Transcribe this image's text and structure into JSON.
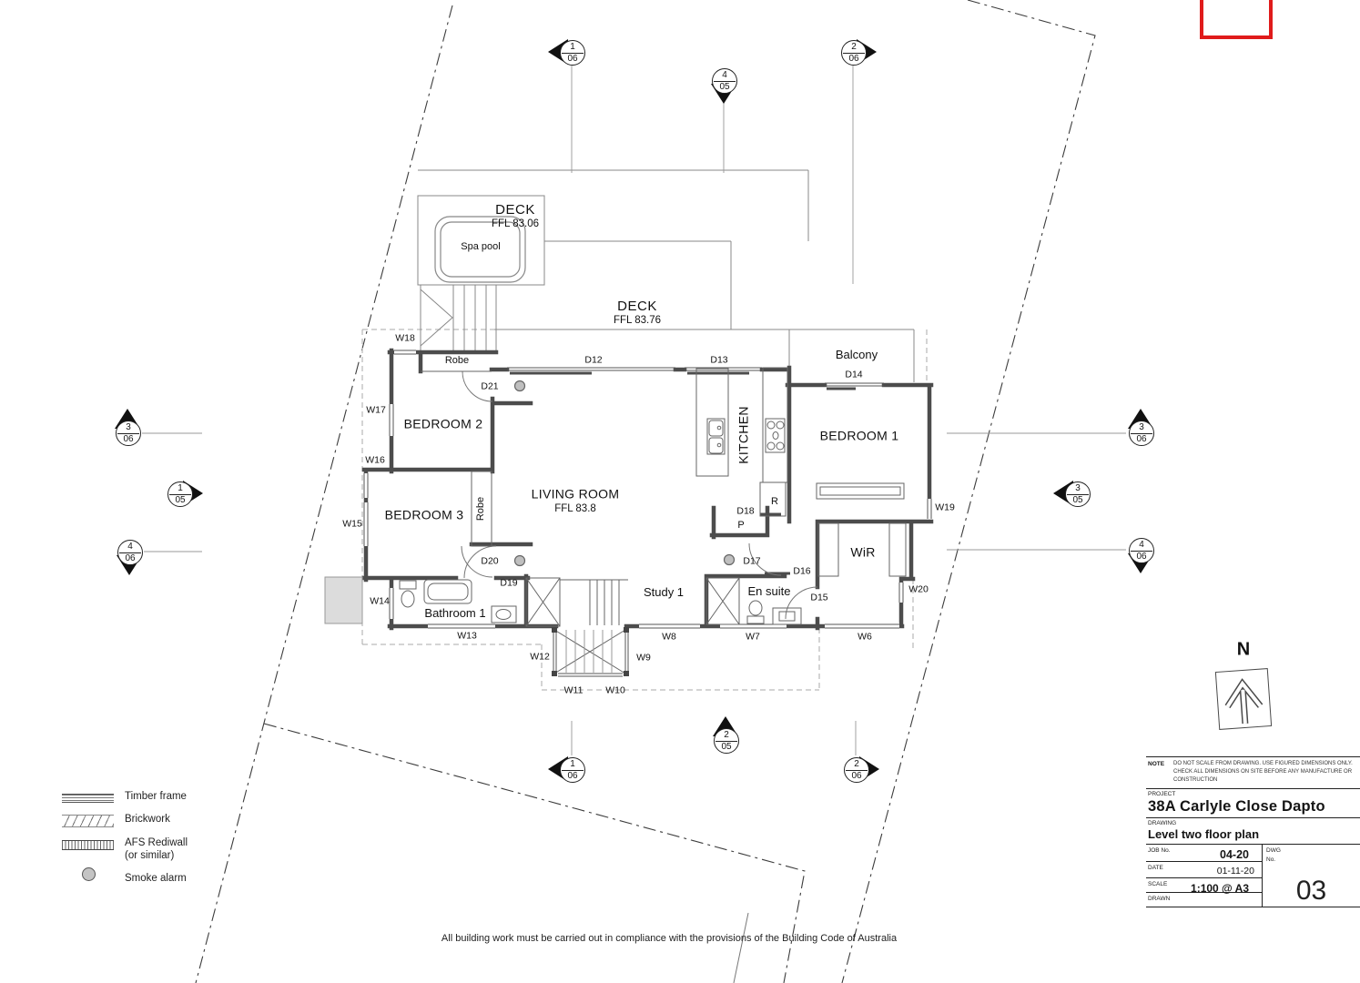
{
  "plan": {
    "rooms": {
      "deck_upper": {
        "name": "DECK",
        "ffl": "FFL 83.06"
      },
      "spa": {
        "name": "Spa pool"
      },
      "deck_main": {
        "name": "DECK",
        "ffl": "FFL 83.76"
      },
      "balcony": {
        "name": "Balcony"
      },
      "bedroom2": {
        "name": "BEDROOM 2"
      },
      "bedroom3": {
        "name": "BEDROOM 3"
      },
      "living": {
        "name": "LIVING ROOM",
        "ffl": "FFL 83.8"
      },
      "kitchen": {
        "name": "KITCHEN"
      },
      "bedroom1": {
        "name": "BEDROOM 1"
      },
      "wir": {
        "name": "WiR"
      },
      "study1": {
        "name": "Study 1"
      },
      "ensuite": {
        "name": "En suite"
      },
      "bathroom1": {
        "name": "Bathroom 1"
      },
      "robe_bed2": {
        "name": "Robe"
      },
      "robe_bed3": {
        "name": "Robe"
      },
      "fridge": {
        "name": "R"
      },
      "pantry": {
        "name": "P"
      }
    },
    "doors": {
      "d12": "D12",
      "d13": "D13",
      "d14": "D14",
      "d15": "D15",
      "d16": "D16",
      "d17": "D17",
      "d18": "D18",
      "d19": "D19",
      "d20": "D20",
      "d21": "D21"
    },
    "windows": {
      "w6": "W6",
      "w7": "W7",
      "w8": "W8",
      "w9": "W9",
      "w10": "W10",
      "w11": "W11",
      "w12": "W12",
      "w13": "W13",
      "w14": "W14",
      "w15": "W15",
      "w16": "W16",
      "w17": "W17",
      "w18": "W18",
      "w19": "W19",
      "w20": "W20"
    }
  },
  "markers": {
    "t1": {
      "num": "1",
      "sheet": "06"
    },
    "t2": {
      "num": "4",
      "sheet": "05"
    },
    "t3": {
      "num": "2",
      "sheet": "06"
    },
    "l1": {
      "num": "3",
      "sheet": "06"
    },
    "l2": {
      "num": "1",
      "sheet": "05"
    },
    "l3": {
      "num": "4",
      "sheet": "06"
    },
    "r1": {
      "num": "3",
      "sheet": "06"
    },
    "r2": {
      "num": "3",
      "sheet": "05"
    },
    "r3": {
      "num": "4",
      "sheet": "06"
    },
    "b1": {
      "num": "2",
      "sheet": "05"
    },
    "b2": {
      "num": "1",
      "sheet": "06"
    },
    "b3": {
      "num": "2",
      "sheet": "06"
    }
  },
  "compass": {
    "label": "N"
  },
  "legend": {
    "items": [
      {
        "id": "timber",
        "label": "Timber frame"
      },
      {
        "id": "brick",
        "label": "Brickwork"
      },
      {
        "id": "afs",
        "label": "AFS Rediwall",
        "label2": "(or similar)"
      },
      {
        "id": "smoke",
        "label": "Smoke alarm"
      }
    ]
  },
  "footer": {
    "compliance_note": "All building work must be carried out in compliance with the provisions of the Building Code of Australia"
  },
  "title_block": {
    "note_label": "NOTE",
    "note_line1": "DO NOT SCALE FROM DRAWING.  USE FIGURED DIMENSIONS ONLY.",
    "note_line2": "CHECK ALL DIMENSIONS ON SITE BEFORE ANY MANUFACTURE OR CONSTRUCTION",
    "project_label": "PROJECT",
    "project": "38A Carlyle Close Dapto",
    "drawing_label": "DRAWING",
    "drawing": "Level two floor plan",
    "job_label": "JOB No.",
    "job": "04-20",
    "date_label": "DATE",
    "date": "01-11-20",
    "scale_label": "SCALE",
    "scale": "1:100 @ A3",
    "drawn_label": "DRAWN",
    "dwg_label": "DWG",
    "dwg_no_label": "No.",
    "dwg_number": "03"
  }
}
